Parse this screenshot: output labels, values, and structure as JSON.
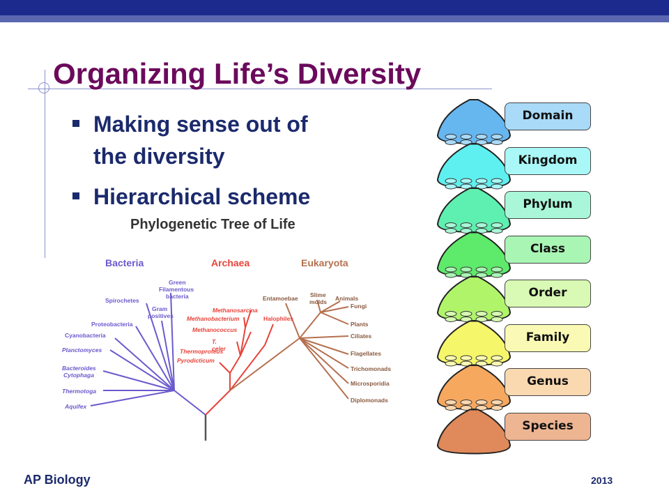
{
  "slide": {
    "title": "Organizing Life’s Diversity",
    "bullets": [
      "Making sense out of",
      "the diversity",
      "Hierarchical scheme"
    ],
    "footer_left": "AP Biology",
    "footer_right": "2013"
  },
  "tree": {
    "title": "Phylogenetic Tree of Life",
    "domains": {
      "bacteria": "Bacteria",
      "archaea": "Archaea",
      "eukaryota": "Eukaryota"
    },
    "bacteria_labels": [
      "Green",
      "Filamentous",
      "bacteria",
      "Spirochetes",
      "Gram",
      "positives",
      "Proteobacteria",
      "Cyanobacteria",
      "Planctomyces",
      "Bacteroides",
      "Cytophaga",
      "Thermotoga",
      "Aquifex"
    ],
    "archaea_labels": [
      "Methanosarcina",
      "Methanobacterium",
      "Halophiles",
      "Methanococcus",
      "T. celer",
      "Thermoproteus",
      "Pyrodicticum"
    ],
    "eukaryota_labels": [
      "Entamoebae",
      "Slime",
      "molds",
      "Animals",
      "Fungi",
      "Plants",
      "Ciliates",
      "Flagellates",
      "Trichomonads",
      "Microsporidia",
      "Diplomonads"
    ],
    "colors": {
      "bacteria": "#6a5acd",
      "archaea": "#e8433a",
      "eukaryota": "#b5704f"
    }
  },
  "ranks": {
    "labels": [
      "Domain",
      "Kingdom",
      "Phylum",
      "Class",
      "Order",
      "Family",
      "Genus",
      "Species"
    ],
    "colors": [
      "#66b6f0",
      "#5ef0f0",
      "#5ef0b0",
      "#5eea6a",
      "#b0f46a",
      "#f6f66a",
      "#f6a85e",
      "#e0895a"
    ],
    "label_bg": [
      "#a9daf7",
      "#a9f7f7",
      "#a9f7d8",
      "#a9f5b4",
      "#d8fab4",
      "#fafab4",
      "#fad8b0",
      "#eeb593"
    ]
  }
}
